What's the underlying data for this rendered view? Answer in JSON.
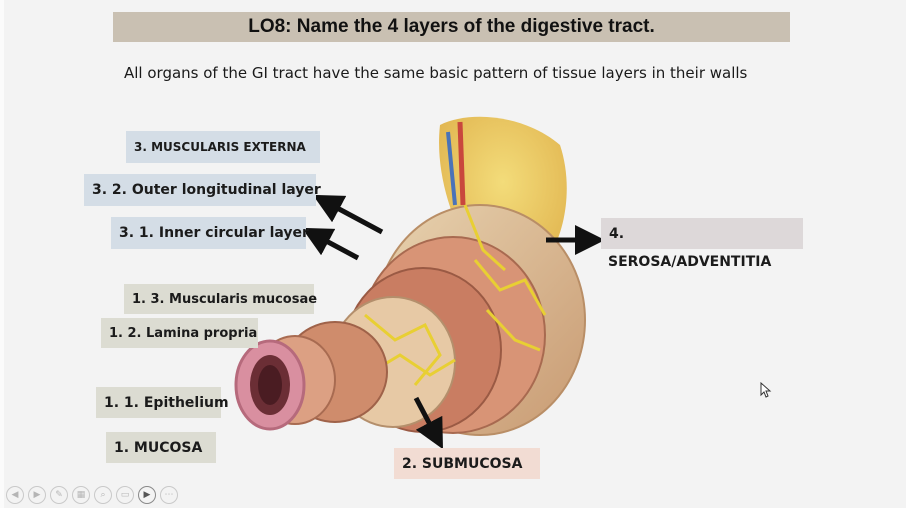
{
  "slide": {
    "title": "LO8: Name the 4 layers of the digestive tract.",
    "subtitle": "All organs of the GI tract have the same basic pattern of tissue layers in their walls"
  },
  "labels": {
    "muscularis_externa": "3. MUSCULARIS EXTERNA",
    "outer_longitudinal": "3. 2. Outer longitudinal layer",
    "inner_circular": "3. 1. Inner circular layer",
    "muscularis_mucosae": "1. 3. Muscularis mucosae",
    "lamina_propria": "1. 2. Lamina propria",
    "epithelium": "1. 1. Epithelium",
    "mucosa": "1. MUCOSA",
    "submucosa": "2. SUBMUCOSA",
    "serosa_number": "4.",
    "serosa_name": "SEROSA/ADVENTITIA"
  },
  "toolbar": {
    "icons": [
      "prev-icon",
      "next-icon",
      "pen-icon",
      "slides-icon",
      "zoom-icon",
      "subtitles-icon",
      "camera-icon",
      "more-icon"
    ],
    "glyphs": [
      "◀",
      "▶",
      "✎",
      "▦",
      "⌕",
      "▭",
      "▶",
      "⋯"
    ]
  },
  "colors": {
    "title_bg": "#c9c0b2",
    "muscularis_label_bg": "#d4dde6",
    "mucosa_label_bg": "#dcdcd2",
    "submucosa_label_bg": "#f2dcd3",
    "serosa_label_bg": "#ddd8d9"
  }
}
